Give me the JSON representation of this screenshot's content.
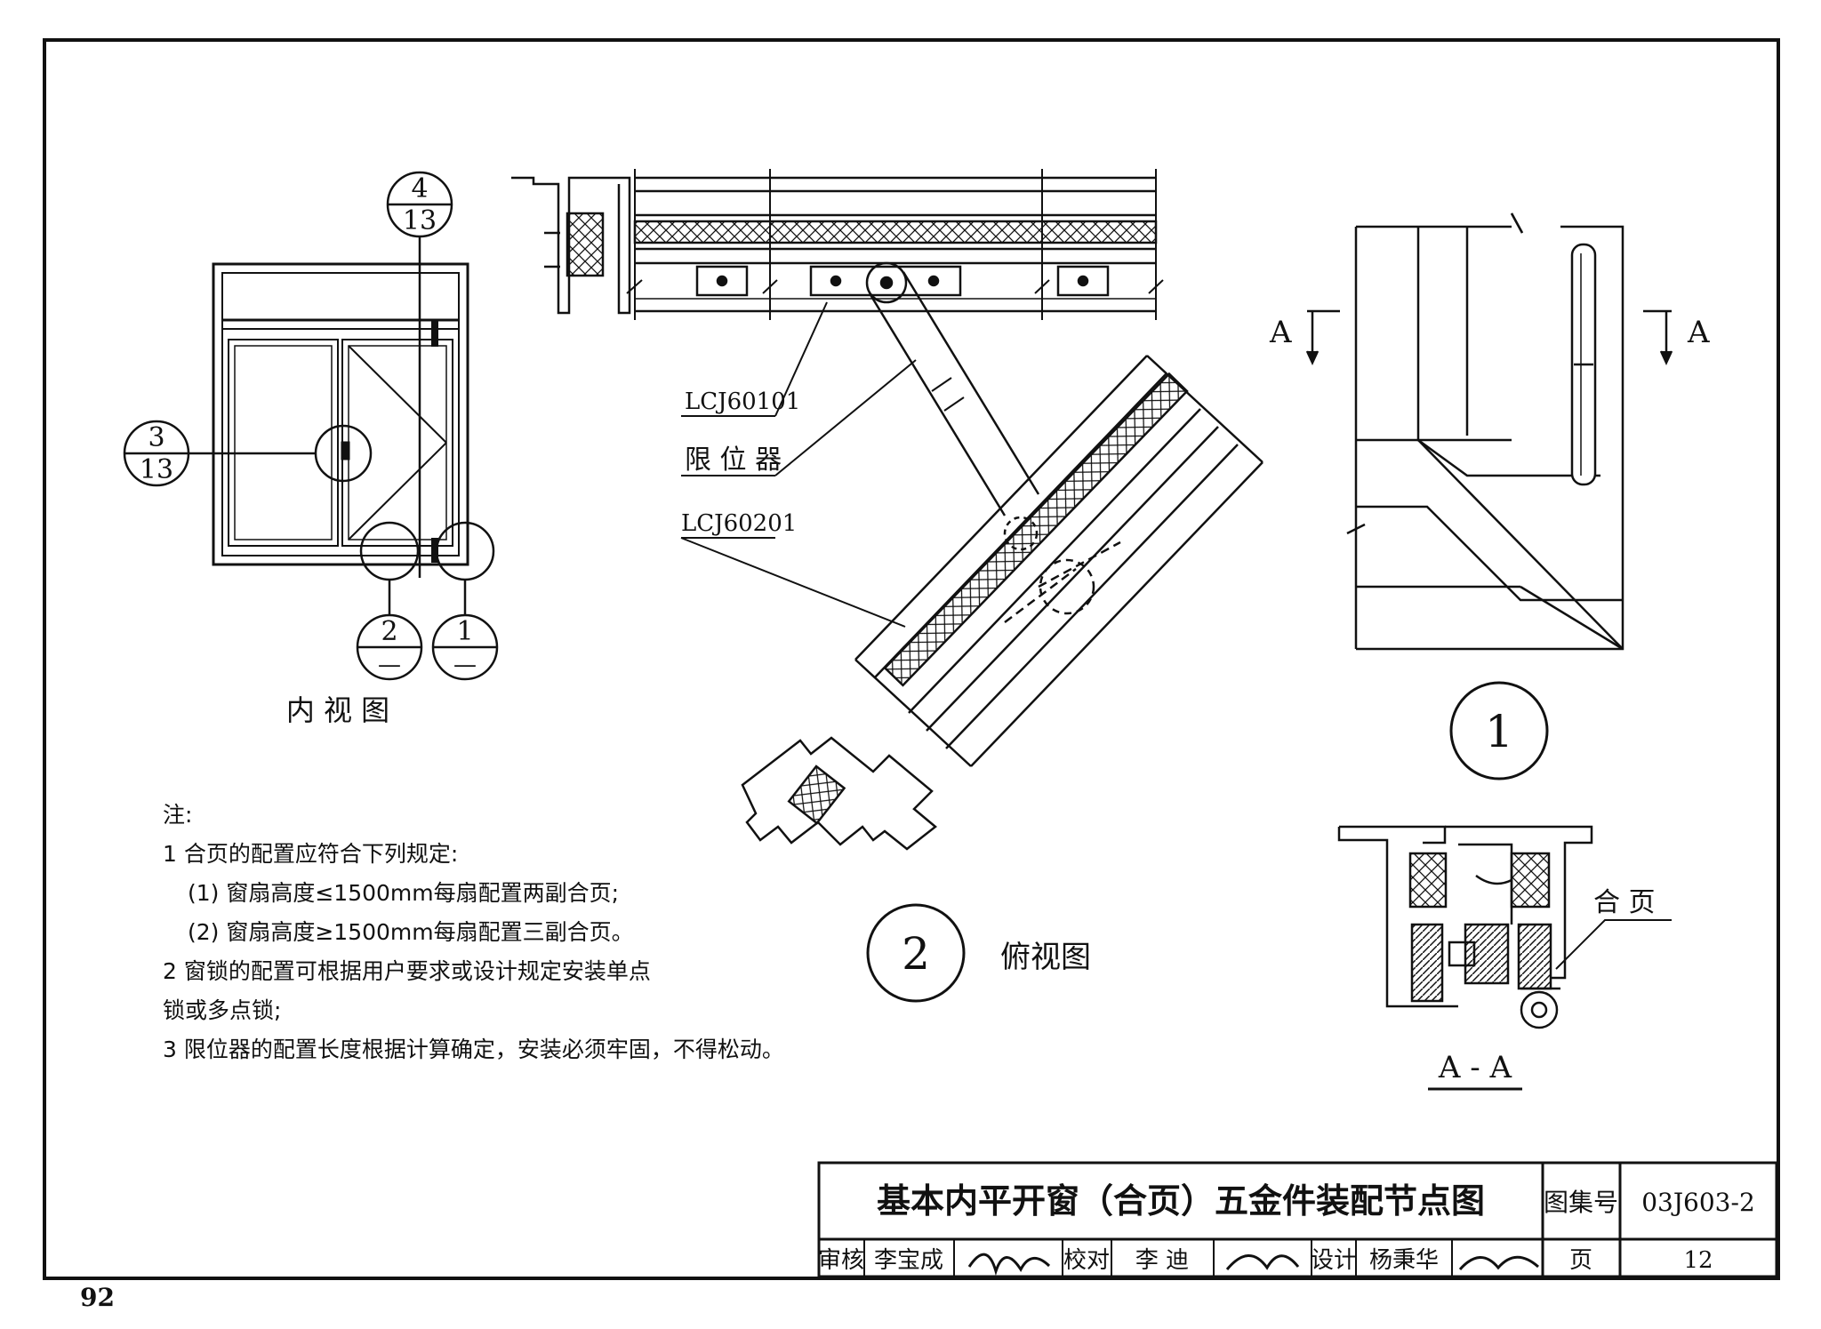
{
  "title_block": {
    "title": "基本内平开窗（合页）五金件装配节点图",
    "atlas_label": "图集号",
    "atlas_no": "03J603-2",
    "review_label": "审核",
    "reviewer": "李宝成",
    "check_label": "校对",
    "checker": "李  迪",
    "design_label": "设计",
    "designer": "杨秉华",
    "page_label": "页",
    "page": "12"
  },
  "book_page": "92",
  "elevation": {
    "caption": "内 视 图",
    "detail_refs": [
      {
        "num": "4",
        "sheet": "13"
      },
      {
        "num": "3",
        "sheet": "13"
      },
      {
        "num": "2",
        "sheet": "—"
      },
      {
        "num": "1",
        "sheet": "—"
      }
    ]
  },
  "plan_view": {
    "detail_number": "2",
    "caption": "俯视图",
    "labels": [
      "LCJ60101",
      "限 位 器",
      "LCJ60201"
    ]
  },
  "detail_1": {
    "detail_number": "1",
    "section_mark": "A",
    "section_caption": "A - A",
    "hinge_label": "合  页"
  },
  "notes": {
    "heading": "注:",
    "items": [
      "1 合页的配置应符合下列规定:",
      "(1) 窗扇高度≤1500mm每扇配置两副合页;",
      "(2) 窗扇高度≥1500mm每扇配置三副合页。",
      "2 窗锁的配置可根据用户要求或设计规定安装单点",
      "锁或多点锁;",
      "3 限位器的配置长度根据计算确定，安装必须牢固，不得松动。"
    ]
  }
}
